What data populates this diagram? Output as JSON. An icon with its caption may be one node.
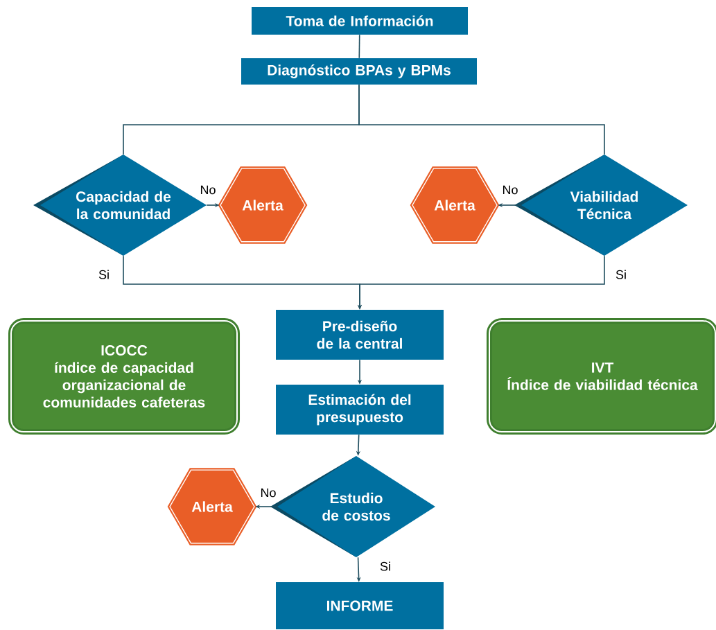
{
  "diagram": {
    "nodes": [
      {
        "text": [
          "Toma de Información"
        ]
      },
      {
        "text": [
          "Diagnóstico BPAs y BPMs"
        ]
      },
      {
        "text": [
          "Capacidad de la comunidad"
        ]
      },
      {
        "text": [
          "Alerta"
        ]
      },
      {
        "text": [
          "Alerta"
        ]
      },
      {
        "text": [
          "Viabilidad Técnica"
        ]
      },
      {
        "text": [
          "ICOCC",
          "índice de capacidad organizacional de comunidades cafeteras"
        ]
      },
      {
        "text": [
          "Pre-diseño de la central"
        ]
      },
      {
        "text": [
          "IVT",
          "Índice de viabilidad técnica"
        ]
      },
      {
        "text": [
          "Estimación del presupuesto"
        ]
      },
      {
        "text": [
          "Estudio de costos"
        ]
      },
      {
        "text": [
          "Alerta"
        ]
      },
      {
        "text": [
          "INFORME"
        ]
      }
    ],
    "edges": [
      {
        "from": 0,
        "to": 1,
        "arrow": "none"
      },
      {
        "from": 1,
        "to": 2,
        "arrow": "none"
      },
      {
        "from": 1,
        "to": 5,
        "arrow": "none"
      },
      {
        "from": 2,
        "to": 3,
        "arrow": "to",
        "label": "No"
      },
      {
        "from": 5,
        "to": 4,
        "arrow": "to",
        "label": "No"
      },
      {
        "from": 2,
        "to": 7,
        "arrow": "to",
        "label": "Si"
      },
      {
        "from": 5,
        "to": 7,
        "arrow": "to",
        "label": "Si"
      },
      {
        "from": 7,
        "to": 9,
        "arrow": "to"
      },
      {
        "from": 9,
        "to": 10,
        "arrow": "to"
      },
      {
        "from": 10,
        "to": 11,
        "arrow": "to",
        "label": "No"
      },
      {
        "from": 10,
        "to": 12,
        "arrow": "to",
        "label": "Si"
      }
    ]
  }
}
